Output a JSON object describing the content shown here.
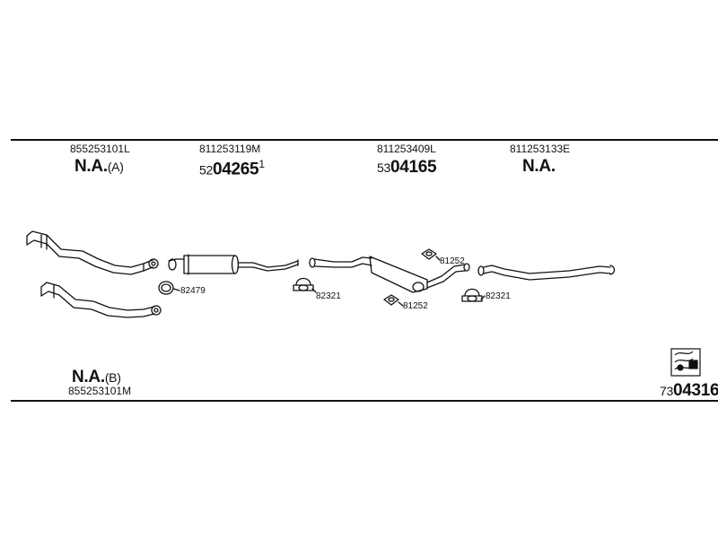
{
  "columns": [
    {
      "part_no": "855253101L",
      "code": "N.A.",
      "code_note": "(A)"
    },
    {
      "part_no": "811253119M",
      "prefix": "52",
      "code": "04265",
      "sup": "1"
    },
    {
      "part_no": "811253409L",
      "prefix": "53",
      "code": "04165"
    },
    {
      "part_no": "811253133E",
      "code": "N.A."
    }
  ],
  "lower": {
    "code": "N.A.",
    "code_note": "(B)",
    "part_no": "855253101M"
  },
  "callouts": {
    "ring": "82479",
    "clamp1": "82321",
    "hanger_top": "81252",
    "hanger_bottom": "81252",
    "clamp2": "82321"
  },
  "kit": {
    "prefix": "73",
    "code": "04316"
  }
}
